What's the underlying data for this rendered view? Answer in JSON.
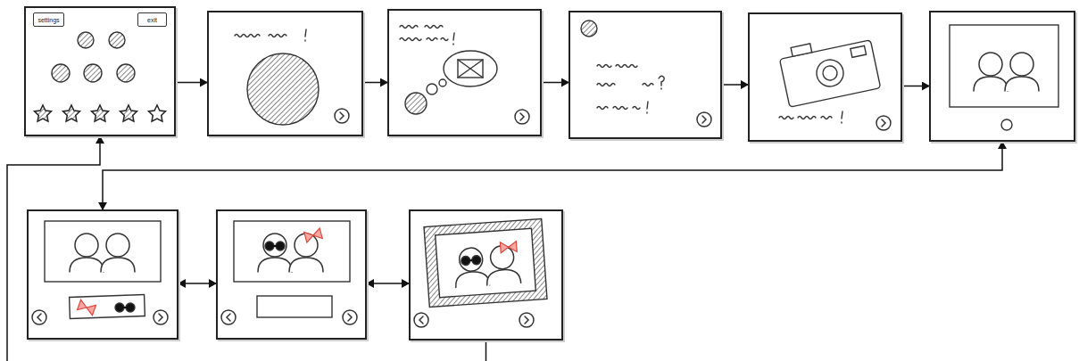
{
  "diagram": {
    "nodes": [
      {
        "text": []
      },
      {
        "text": [
          "settings"
        ],
        "in": 0
      },
      {
        "text": [
          "exit"
        ],
        "in": 0
      },
      {
        "text": []
      },
      {
        "text": []
      },
      {
        "text": []
      },
      {
        "text": []
      },
      {
        "text": []
      },
      {
        "text": []
      },
      {
        "text": []
      },
      {
        "text": []
      }
    ],
    "edges": [
      {
        "from": 0,
        "to": 3,
        "arrow": "to"
      },
      {
        "from": 3,
        "to": 4,
        "arrow": "to"
      },
      {
        "from": 4,
        "to": 5,
        "arrow": "to"
      },
      {
        "from": 5,
        "to": 6,
        "arrow": "to"
      },
      {
        "from": 6,
        "to": 7,
        "arrow": "to"
      },
      {
        "from": 7,
        "to": 8,
        "arrow": "both"
      },
      {
        "from": 8,
        "to": 9,
        "arrow": "both"
      },
      {
        "from": 9,
        "to": 10,
        "arrow": "both"
      },
      {
        "from": 10,
        "to": 0,
        "arrow": "to"
      }
    ]
  }
}
